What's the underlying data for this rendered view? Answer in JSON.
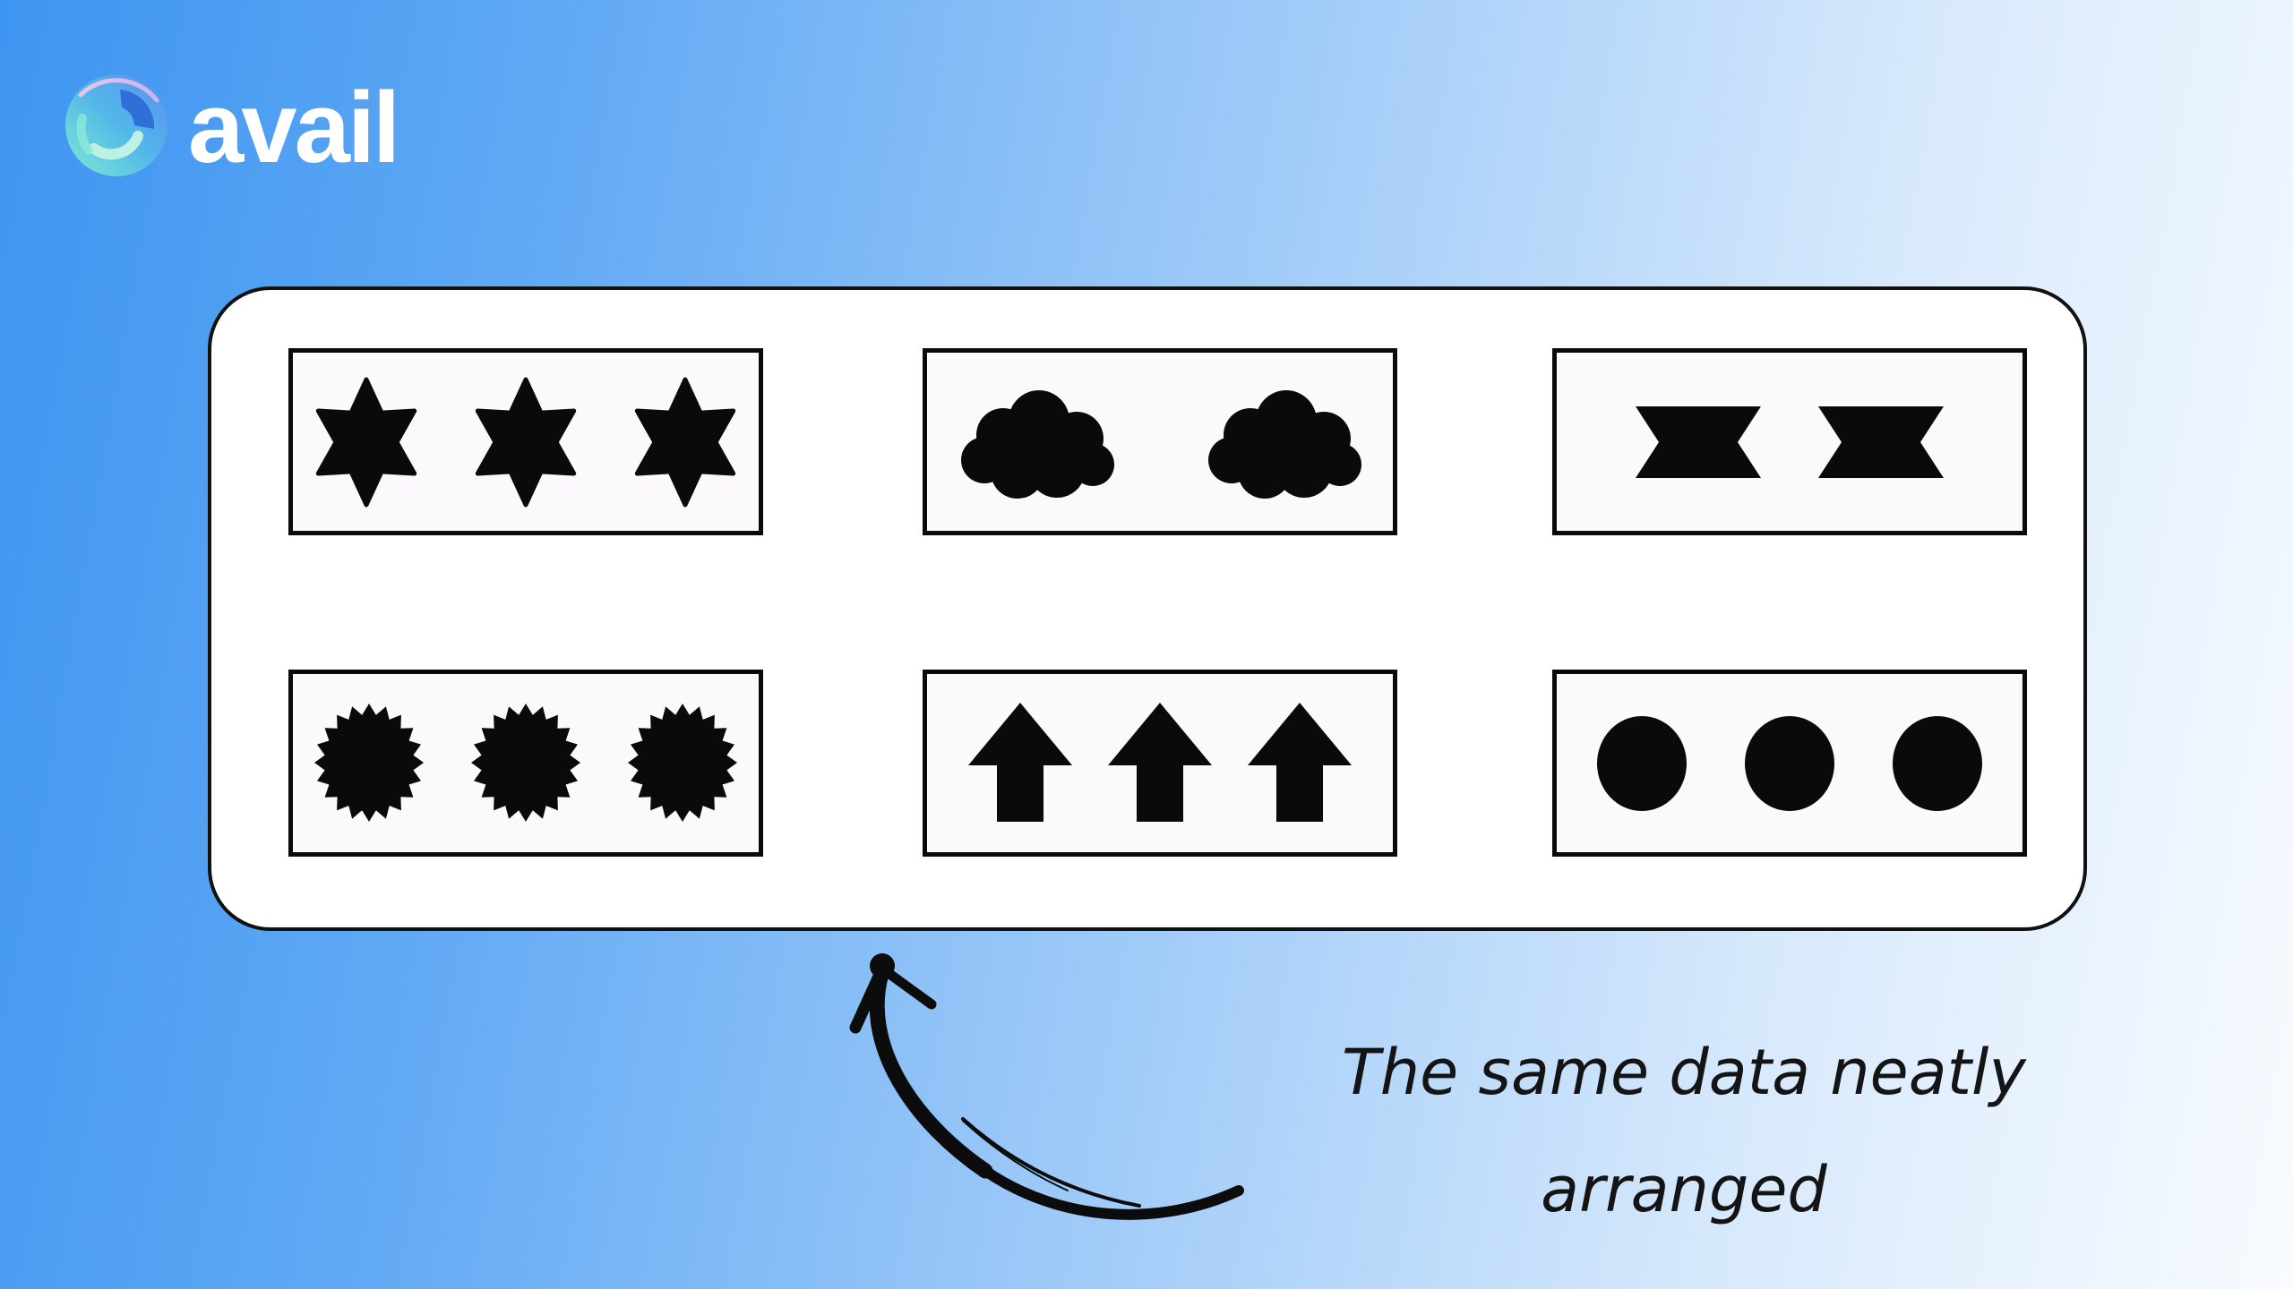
{
  "brand": {
    "wordmark": "avail"
  },
  "board": {
    "panels": [
      {
        "id": "stars",
        "shape": "six-pointed-star",
        "count": 3,
        "row": 1,
        "col": 1
      },
      {
        "id": "clouds",
        "shape": "cloud",
        "count": 2,
        "row": 1,
        "col": 2
      },
      {
        "id": "ribbons",
        "shape": "notched-ribbon",
        "count": 2,
        "row": 1,
        "col": 3
      },
      {
        "id": "seals",
        "shape": "starburst-seal",
        "count": 3,
        "row": 2,
        "col": 1
      },
      {
        "id": "arrows",
        "shape": "arrow-up",
        "count": 3,
        "row": 2,
        "col": 2
      },
      {
        "id": "dots",
        "shape": "circle",
        "count": 3,
        "row": 2,
        "col": 3
      }
    ]
  },
  "caption": {
    "line1": "The same data neatly",
    "line2": "arranged"
  },
  "colors": {
    "background_start": "#3E95F1",
    "background_end": "#F8FBFF",
    "board_fill": "#FFFFFF",
    "panel_fill": "#FBF9FC",
    "shape_fill": "#0A0A0A",
    "border": "#111111",
    "wordmark": "#FFFFFF",
    "arrow_ink": "#0C0C0C"
  }
}
